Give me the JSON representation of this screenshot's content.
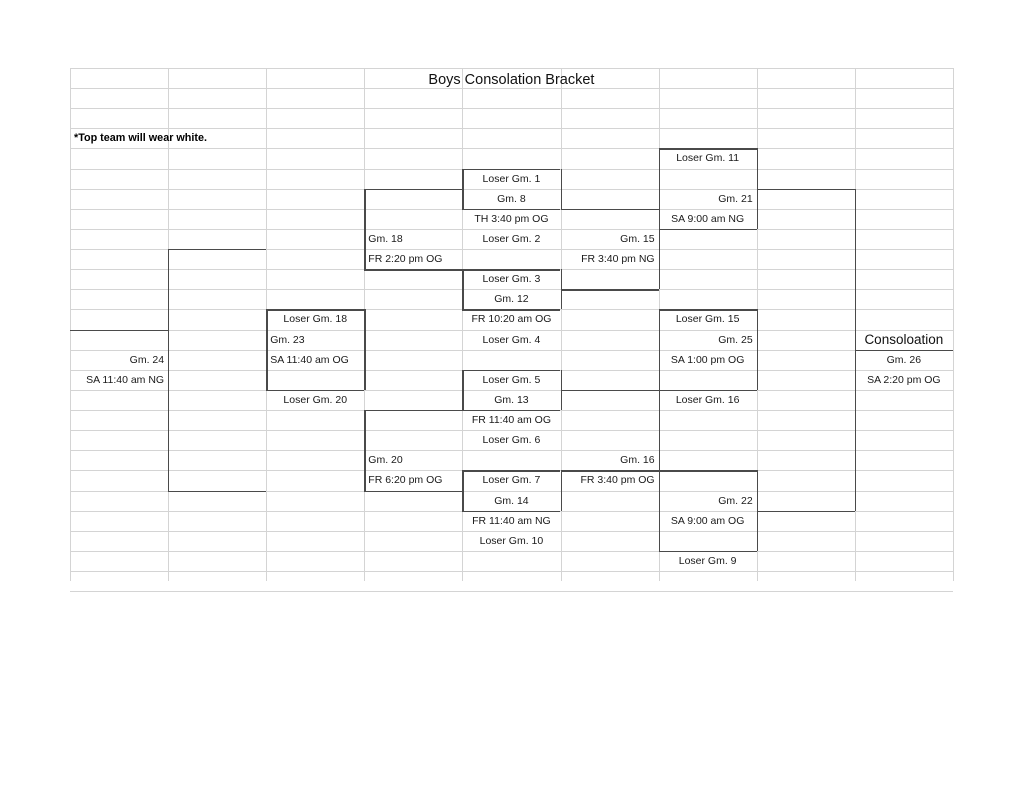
{
  "page": {
    "title": "Boys Consolation Bracket",
    "note": "*Top team will wear white."
  },
  "final": {
    "label": "Consoloation",
    "game": "Gm. 26",
    "time": "SA 2:20 pm OG"
  },
  "cells": [
    {
      "id": "loser-gm-1",
      "text": "Loser Gm. 1",
      "col": 4,
      "row": 5,
      "align": "center"
    },
    {
      "id": "gm-8",
      "text": "Gm. 8",
      "col": 4,
      "row": 6,
      "align": "center"
    },
    {
      "id": "gm-8-time",
      "text": "TH  3:40 pm  OG",
      "col": 4,
      "row": 7,
      "align": "center"
    },
    {
      "id": "loser-gm-2",
      "text": "Loser Gm. 2",
      "col": 4,
      "row": 8,
      "align": "center"
    },
    {
      "id": "loser-gm-3",
      "text": "Loser Gm. 3",
      "col": 4,
      "row": 10,
      "align": "center"
    },
    {
      "id": "gm-12",
      "text": "Gm. 12",
      "col": 4,
      "row": 11,
      "align": "center"
    },
    {
      "id": "gm-12-time",
      "text": "FR  10:20 am  OG",
      "col": 4,
      "row": 12,
      "align": "center"
    },
    {
      "id": "loser-gm-4",
      "text": "Loser Gm. 4",
      "col": 4,
      "row": 13,
      "align": "center"
    },
    {
      "id": "loser-gm-5",
      "text": "Loser Gm. 5",
      "col": 4,
      "row": 15,
      "align": "center"
    },
    {
      "id": "gm-13",
      "text": "Gm. 13",
      "col": 4,
      "row": 16,
      "align": "center"
    },
    {
      "id": "gm-13-time",
      "text": "FR  11:40 am  OG",
      "col": 4,
      "row": 17,
      "align": "center"
    },
    {
      "id": "loser-gm-6",
      "text": "Loser Gm. 6",
      "col": 4,
      "row": 18,
      "align": "center"
    },
    {
      "id": "loser-gm-7",
      "text": "Loser Gm. 7",
      "col": 4,
      "row": 20,
      "align": "center"
    },
    {
      "id": "gm-14",
      "text": "Gm. 14",
      "col": 4,
      "row": 21,
      "align": "center"
    },
    {
      "id": "gm-14-time",
      "text": "FR  11:40 am  NG",
      "col": 4,
      "row": 22,
      "align": "center"
    },
    {
      "id": "loser-gm-10",
      "text": "Loser Gm. 10",
      "col": 4,
      "row": 23,
      "align": "center"
    },
    {
      "id": "gm-18",
      "text": "Gm. 18",
      "col": 3,
      "row": 8,
      "align": "left"
    },
    {
      "id": "gm-18-time",
      "text": "FR  2:20 pm  OG",
      "col": 3,
      "row": 9,
      "align": "left"
    },
    {
      "id": "gm-20",
      "text": "Gm. 20",
      "col": 3,
      "row": 19,
      "align": "left"
    },
    {
      "id": "gm-20-time",
      "text": "FR  6:20 pm  OG",
      "col": 3,
      "row": 20,
      "align": "left"
    },
    {
      "id": "loser-gm-18",
      "text": "Loser Gm. 18",
      "col": 2,
      "row": 12,
      "align": "center"
    },
    {
      "id": "gm-23",
      "text": "Gm. 23",
      "col": 2,
      "row": 13,
      "align": "left"
    },
    {
      "id": "gm-23-time",
      "text": "SA  11:40 am  OG",
      "col": 2,
      "row": 14,
      "align": "left"
    },
    {
      "id": "loser-gm-20",
      "text": "Loser Gm. 20",
      "col": 2,
      "row": 16,
      "align": "center"
    },
    {
      "id": "gm-24",
      "text": "Gm. 24",
      "col": 0,
      "row": 14,
      "align": "right"
    },
    {
      "id": "gm-24-time",
      "text": "SA  11:40 am  NG",
      "col": 0,
      "row": 15,
      "align": "right"
    },
    {
      "id": "gm-15",
      "text": "Gm. 15",
      "col": 5,
      "row": 8,
      "align": "right"
    },
    {
      "id": "gm-15-time",
      "text": "FR  3:40 pm  NG",
      "col": 5,
      "row": 9,
      "align": "right"
    },
    {
      "id": "gm-16",
      "text": "Gm. 16",
      "col": 5,
      "row": 19,
      "align": "right"
    },
    {
      "id": "gm-16-time",
      "text": "FR  3:40 pm  OG",
      "col": 5,
      "row": 20,
      "align": "right"
    },
    {
      "id": "loser-gm-11",
      "text": "Loser Gm. 11",
      "col": 6,
      "row": 4,
      "align": "center"
    },
    {
      "id": "gm-21",
      "text": "Gm. 21",
      "col": 6,
      "row": 6,
      "align": "right"
    },
    {
      "id": "gm-21-time",
      "text": "SA  9:00 am  NG",
      "col": 6,
      "row": 7,
      "align": "center"
    },
    {
      "id": "loser-gm-15",
      "text": "Loser Gm. 15",
      "col": 6,
      "row": 12,
      "align": "center"
    },
    {
      "id": "gm-25",
      "text": "Gm. 25",
      "col": 6,
      "row": 13,
      "align": "right"
    },
    {
      "id": "gm-25-time",
      "text": "SA  1:00 pm  OG",
      "col": 6,
      "row": 14,
      "align": "center"
    },
    {
      "id": "loser-gm-16",
      "text": "Loser Gm. 16",
      "col": 6,
      "row": 16,
      "align": "center"
    },
    {
      "id": "gm-22",
      "text": "Gm. 22",
      "col": 6,
      "row": 21,
      "align": "right"
    },
    {
      "id": "gm-22-time",
      "text": "SA  9:00 am  OG",
      "col": 6,
      "row": 22,
      "align": "center"
    },
    {
      "id": "loser-gm-9",
      "text": "Loser Gm. 9",
      "col": 6,
      "row": 24,
      "align": "center"
    },
    {
      "id": "gm-26",
      "text": "Gm. 26",
      "col": 8,
      "row": 14,
      "align": "center"
    },
    {
      "id": "gm-26-time",
      "text": "SA  2:20 pm  OG",
      "col": 8,
      "row": 15,
      "align": "center"
    }
  ],
  "bracket_lines": [
    {
      "id": "gm8-top",
      "o": "h",
      "col": 4,
      "row": 5,
      "span": 1
    },
    {
      "id": "gm8-bottom",
      "o": "h",
      "col": 4,
      "row": 7,
      "span": 1
    },
    {
      "id": "gm8-left",
      "o": "v",
      "col": 4,
      "row": 5,
      "span": 2
    },
    {
      "id": "gm8-right",
      "o": "v",
      "col": 5,
      "row": 5,
      "span": 2
    },
    {
      "id": "gm12-top",
      "o": "h",
      "col": 4,
      "row": 10,
      "span": 1
    },
    {
      "id": "gm12-bottom",
      "o": "h",
      "col": 4,
      "row": 12,
      "span": 1
    },
    {
      "id": "gm12-left",
      "o": "v",
      "col": 4,
      "row": 10,
      "span": 2
    },
    {
      "id": "gm12-right",
      "o": "v",
      "col": 5,
      "row": 10,
      "span": 2
    },
    {
      "id": "gm13-top",
      "o": "h",
      "col": 4,
      "row": 15,
      "span": 1
    },
    {
      "id": "gm13-bottom",
      "o": "h",
      "col": 4,
      "row": 17,
      "span": 1
    },
    {
      "id": "gm13-left",
      "o": "v",
      "col": 4,
      "row": 15,
      "span": 2
    },
    {
      "id": "gm13-right",
      "o": "v",
      "col": 5,
      "row": 15,
      "span": 2
    },
    {
      "id": "gm14-top",
      "o": "h",
      "col": 4,
      "row": 20,
      "span": 1
    },
    {
      "id": "gm14-bottom",
      "o": "h",
      "col": 4,
      "row": 22,
      "span": 1
    },
    {
      "id": "gm14-left",
      "o": "v",
      "col": 4,
      "row": 20,
      "span": 2
    },
    {
      "id": "gm14-right",
      "o": "v",
      "col": 5,
      "row": 20,
      "span": 2
    },
    {
      "id": "gm18-feed-top",
      "o": "h",
      "col": 3,
      "row": 6,
      "span": 1
    },
    {
      "id": "gm18-feed-left",
      "o": "v",
      "col": 3,
      "row": 6,
      "span": 4
    },
    {
      "id": "gm18-feed-bot",
      "o": "h",
      "col": 3,
      "row": 10,
      "span": 1
    },
    {
      "id": "gm20-feed-top",
      "o": "h",
      "col": 3,
      "row": 17,
      "span": 1
    },
    {
      "id": "gm20-feed-left",
      "o": "v",
      "col": 3,
      "row": 17,
      "span": 4
    },
    {
      "id": "gm20-feed-bot",
      "o": "h",
      "col": 3,
      "row": 21,
      "span": 1
    },
    {
      "id": "gm15-top",
      "o": "h",
      "col": 5,
      "row": 7,
      "span": 1
    },
    {
      "id": "gm15-right",
      "o": "v",
      "col": 6,
      "row": 7,
      "span": 4
    },
    {
      "id": "gm15-bottom",
      "o": "h",
      "col": 5,
      "row": 11,
      "span": 1
    },
    {
      "id": "gm16-top",
      "o": "h",
      "col": 5,
      "row": 16,
      "span": 1
    },
    {
      "id": "gm16-right",
      "o": "v",
      "col": 6,
      "row": 16,
      "span": 4
    },
    {
      "id": "gm16-bottom",
      "o": "h",
      "col": 5,
      "row": 20,
      "span": 1
    },
    {
      "id": "gm23-top",
      "o": "h",
      "col": 2,
      "row": 12,
      "span": 1
    },
    {
      "id": "gm23-left",
      "o": "v",
      "col": 2,
      "row": 12,
      "span": 4
    },
    {
      "id": "gm23-bottom",
      "o": "h",
      "col": 2,
      "row": 16,
      "span": 1
    },
    {
      "id": "gm23-right",
      "o": "v",
      "col": 3,
      "row": 12,
      "span": 4
    },
    {
      "id": "gm24-top",
      "o": "h",
      "col": 0,
      "row": 13,
      "span": 1
    },
    {
      "id": "gm24-box-l",
      "o": "v",
      "col": 1,
      "row": 9,
      "span": 12
    },
    {
      "id": "gm24-u-top",
      "o": "h",
      "col": 1,
      "row": 9,
      "span": 1
    },
    {
      "id": "gm24-u-bot",
      "o": "h",
      "col": 1,
      "row": 21,
      "span": 1
    },
    {
      "id": "gm21-top",
      "o": "h",
      "col": 6,
      "row": 4,
      "span": 1
    },
    {
      "id": "gm21-left",
      "o": "v",
      "col": 6,
      "row": 4,
      "span": 4
    },
    {
      "id": "gm21-right",
      "o": "v",
      "col": 7,
      "row": 4,
      "span": 4
    },
    {
      "id": "gm21-bottom",
      "o": "h",
      "col": 6,
      "row": 8,
      "span": 1
    },
    {
      "id": "gm25-top",
      "o": "h",
      "col": 6,
      "row": 12,
      "span": 1
    },
    {
      "id": "gm25-left",
      "o": "v",
      "col": 6,
      "row": 12,
      "span": 4
    },
    {
      "id": "gm25-right",
      "o": "v",
      "col": 7,
      "row": 12,
      "span": 4
    },
    {
      "id": "gm25-bottom",
      "o": "h",
      "col": 6,
      "row": 16,
      "span": 1
    },
    {
      "id": "gm22-top",
      "o": "h",
      "col": 6,
      "row": 20,
      "span": 1
    },
    {
      "id": "gm22-left",
      "o": "v",
      "col": 6,
      "row": 20,
      "span": 4
    },
    {
      "id": "gm22-right",
      "o": "v",
      "col": 7,
      "row": 20,
      "span": 4
    },
    {
      "id": "gm22-bottom",
      "o": "h",
      "col": 6,
      "row": 24,
      "span": 1
    },
    {
      "id": "gm26-feed-top",
      "o": "h",
      "col": 7,
      "row": 6,
      "span": 1
    },
    {
      "id": "gm26-feed-r",
      "o": "v",
      "col": 8,
      "row": 6,
      "span": 16
    },
    {
      "id": "gm26-feed-bot",
      "o": "h",
      "col": 7,
      "row": 22,
      "span": 1
    },
    {
      "id": "gm26-label-bot",
      "o": "h",
      "col": 8,
      "row": 14,
      "span": 1
    }
  ]
}
